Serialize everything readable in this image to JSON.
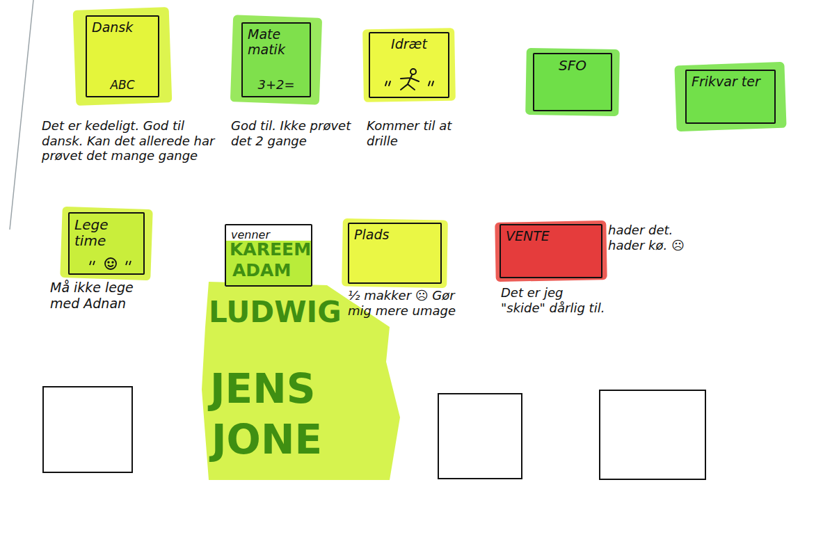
{
  "diagram": {
    "nodes": [
      {
        "text": [
          "Dansk",
          "ABC"
        ]
      },
      {
        "text": [
          "Mate matik",
          "3+2="
        ]
      },
      {
        "text": [
          "Idræt"
        ]
      },
      {
        "text": [
          "SFO"
        ]
      },
      {
        "text": [
          "Frikvar ter"
        ]
      },
      {
        "text": [
          "Lege time"
        ]
      },
      {
        "text": [
          "venner"
        ]
      },
      {
        "text": [
          "Plads"
        ]
      },
      {
        "text": [
          "VENTE"
        ]
      }
    ],
    "labels": [
      "Det er kedeligt. God til dansk. Kan det allerede har prøvet det mange gange",
      "God til. Ikke prøvet det 2 gange",
      "Kommer til at drille",
      "Må ikke lege med Adnan",
      "KAREEM",
      "ADAM",
      "LUDWIG",
      "JENS",
      "JONE",
      "½ makker ☹ Gør mig mere umage",
      "hader det. hader kø. ☹",
      "Det er jeg \"skide\" dårlig til."
    ]
  }
}
